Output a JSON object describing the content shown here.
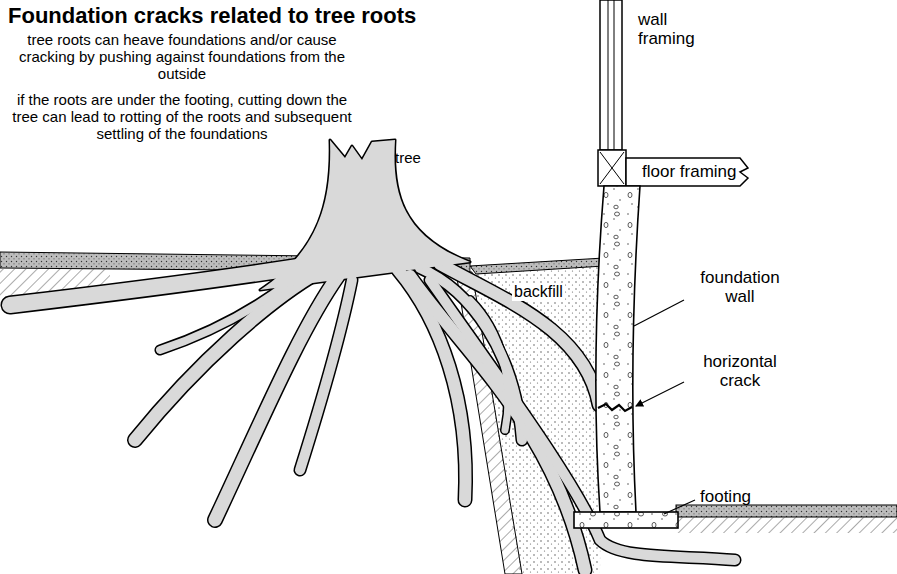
{
  "diagram": {
    "title": "Foundation cracks related to tree roots",
    "labels": [
      "tree roots can heave foundations and/or cause cracking by pushing against foundations from the outside",
      "if the roots are under the footing, cutting down the tree can lead to rotting of the roots and subsequent settling of the foundations",
      "tree",
      "wall framing",
      "floor framing",
      "backfill",
      "foundation wall",
      "horizontal crack",
      "footing"
    ]
  }
}
